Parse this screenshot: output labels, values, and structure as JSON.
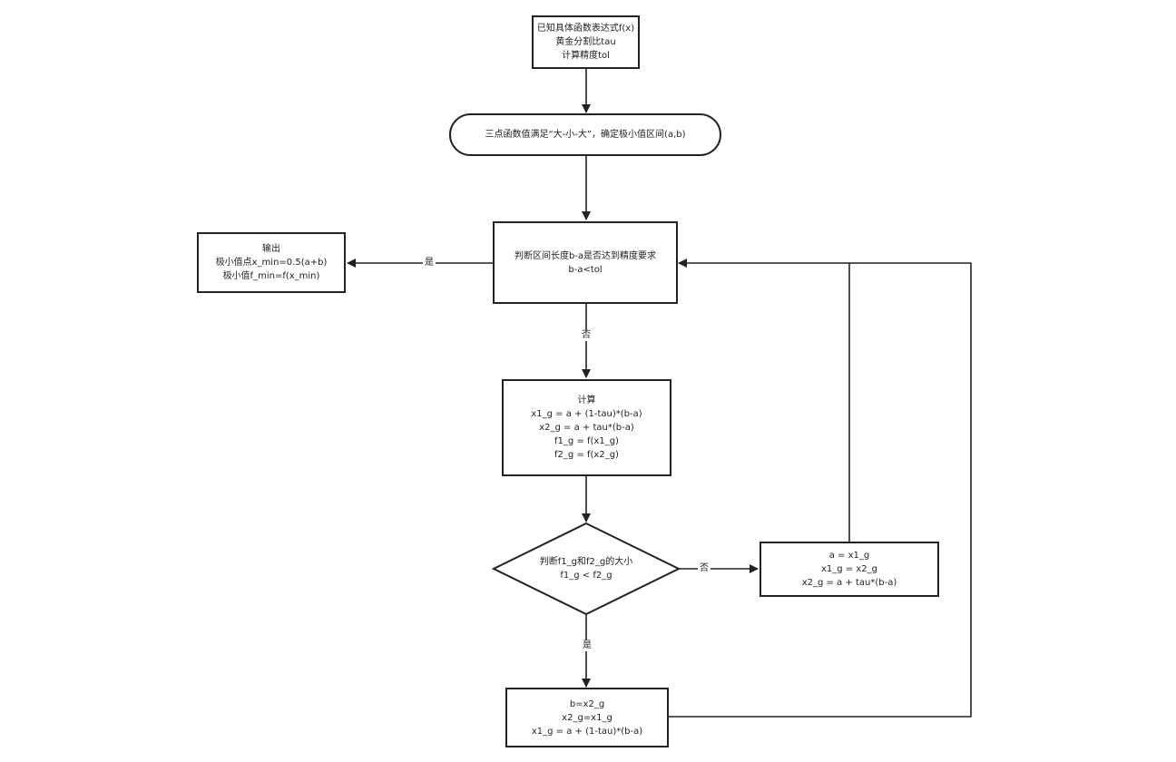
{
  "nodes": {
    "input": [
      "已知具体函数表达式f(x)",
      "黄金分割比tau",
      "计算精度tol"
    ],
    "bracket": [
      "三点函数值满足“大-小-大”，确定极小值区间(a,b)"
    ],
    "check": [
      "判断区间长度b-a是否达到精度要求",
      "b-a<tol"
    ],
    "output": [
      "输出",
      "极小值点x_min=0.5(a+b)",
      "极小值f_min=f(x_min)"
    ],
    "compute": [
      "计算",
      "x1_g = a + (1-tau)*(b-a)",
      "x2_g = a + tau*(b-a)",
      "f1_g = f(x1_g)",
      "f2_g = f(x2_g)"
    ],
    "compare": [
      "判断f1_g和f2_g的大小",
      "f1_g < f2_g"
    ],
    "update_a": [
      "a = x1_g",
      "x1_g = x2_g",
      "x2_g = a + tau*(b-a)"
    ],
    "update_b": [
      "b=x2_g",
      "x2_g=x1_g",
      "x1_g = a + (1-tau)*(b-a)"
    ]
  },
  "edge_labels": {
    "check_yes": "是",
    "check_no": "否",
    "compare_no": "否",
    "compare_yes": "是"
  }
}
